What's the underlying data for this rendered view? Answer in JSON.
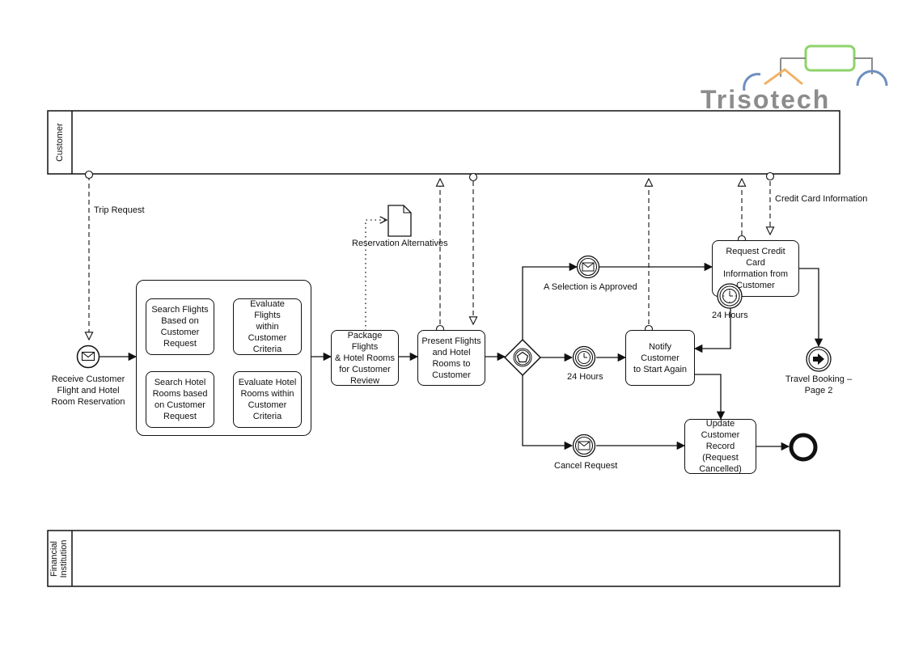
{
  "logo": {
    "text": "Trisotech"
  },
  "pools": {
    "customer": "Customer",
    "financial": "Financial\nInstitution"
  },
  "events": {
    "start": "Receive Customer\nFlight and Hotel\nRoom Reservation",
    "approved": "A Selection is Approved",
    "timer_gateway": "24 Hours",
    "timer_boundary": "24 Hours",
    "cancel": "Cancel Request",
    "link": "Travel Booking –\nPage 2"
  },
  "flows": {
    "trip_request": "Trip Request",
    "credit_card": "Credit Card Information"
  },
  "artifact": {
    "reservation_alternatives": "Reservation Alternatives"
  },
  "tasks": {
    "search_flights": "Search Flights\nBased on\nCustomer\nRequest",
    "evaluate_flights": "Evaluate Flights\nwithin Customer\nCriteria",
    "search_hotel": "Search Hotel\nRooms based\non Customer\nRequest",
    "evaluate_hotel": "Evaluate Hotel\nRooms within\nCustomer Criteria",
    "package": "Package Flights\n& Hotel Rooms\nfor Customer\nReview",
    "present": "Present Flights\nand Hotel\nRooms to\nCustomer",
    "request_cc": "Request Credit Card\nInformation from\nCustomer",
    "notify": "Notify Customer\nto Start Again",
    "update": "Update Customer\nRecord (Request\nCancelled)"
  },
  "colors": {
    "stroke": "#111111",
    "logo_gray": "#8c8c8c",
    "logo_blue": "#6d8fbf",
    "logo_orange": "#f0b36a",
    "logo_green": "#8fd36b"
  }
}
